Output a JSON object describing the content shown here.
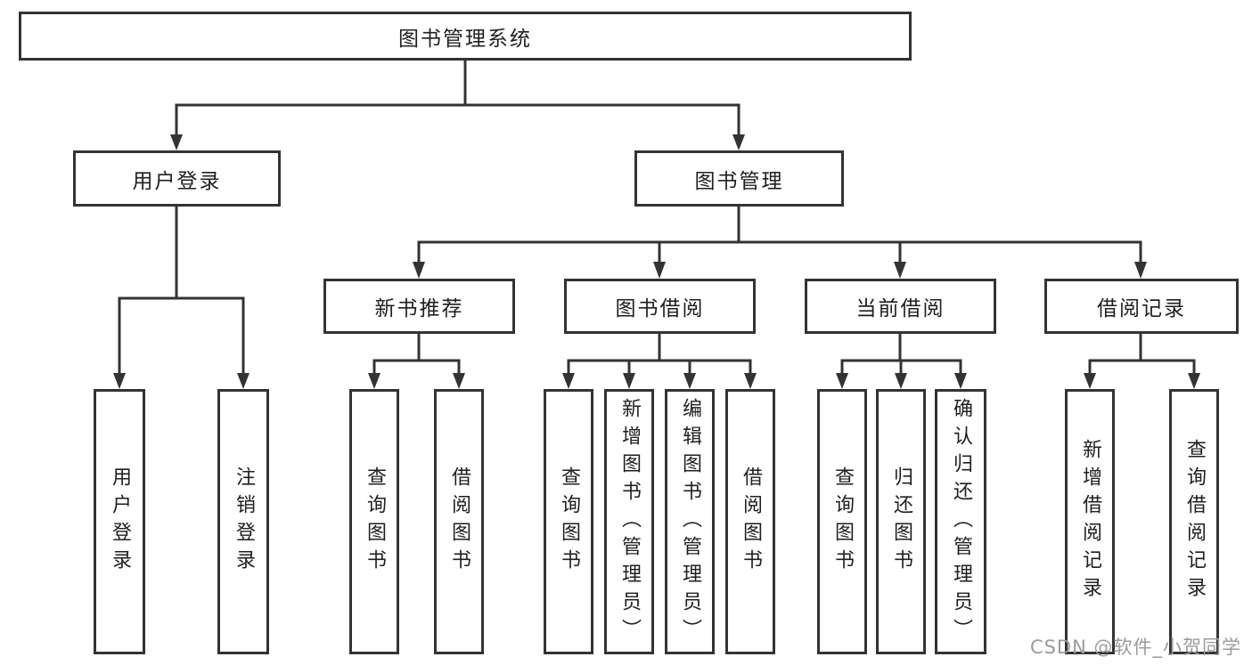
{
  "diagram": {
    "root": {
      "label": "图书管理系统"
    },
    "branches": [
      {
        "label": "用户登录",
        "children": [
          {
            "label": "用户登录"
          },
          {
            "label": "注销登录"
          }
        ]
      },
      {
        "label": "图书管理",
        "children": [
          {
            "label": "新书推荐",
            "children": [
              {
                "label": "查询图书"
              },
              {
                "label": "借阅图书"
              }
            ]
          },
          {
            "label": "图书借阅",
            "children": [
              {
                "label": "查询图书"
              },
              {
                "label": "新增图书（管理员）"
              },
              {
                "label": "编辑图书（管理员）"
              },
              {
                "label": "借阅图书"
              }
            ]
          },
          {
            "label": "当前借阅",
            "children": [
              {
                "label": "查询图书"
              },
              {
                "label": "归还图书"
              },
              {
                "label": "确认归还（管理员）"
              }
            ]
          },
          {
            "label": "借阅记录",
            "children": [
              {
                "label": "新增借阅记录"
              },
              {
                "label": "查询借阅记录"
              }
            ]
          }
        ]
      }
    ]
  },
  "watermark": {
    "text": "CSDN @软件_小贺同学"
  },
  "colors": {
    "line": "#333333",
    "text": "#1f1f1f",
    "background": "#ffffff",
    "watermark": "#9b9b9b"
  }
}
